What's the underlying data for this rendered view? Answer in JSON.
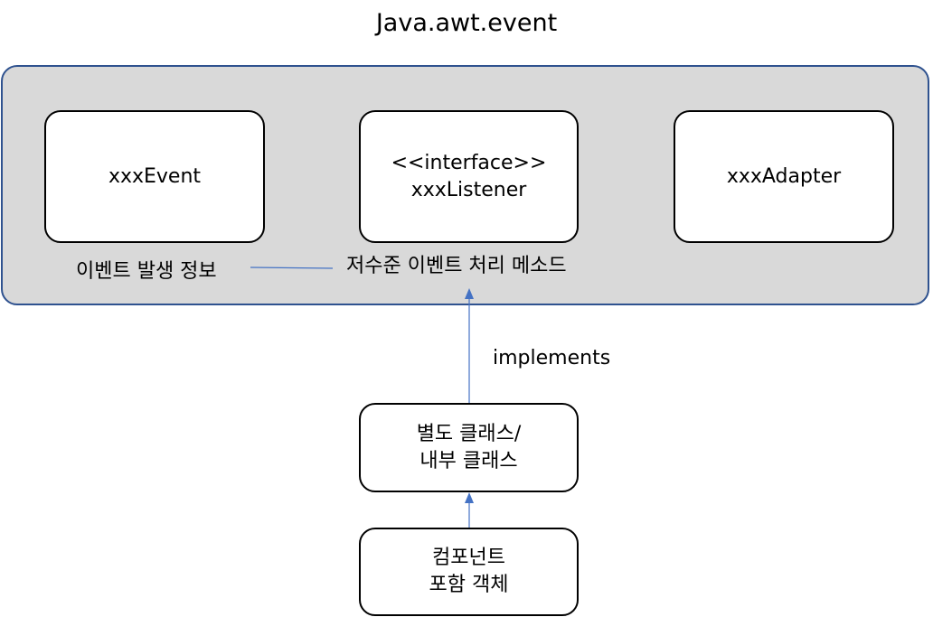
{
  "title": "Java.awt.event",
  "colors": {
    "package_fill": "#d9d9d9",
    "package_border": "#2f528f",
    "connector": "#4472c4"
  },
  "package": {
    "event_box": {
      "label": "xxxEvent"
    },
    "listener_box": {
      "stereotype": "<<interface>>",
      "label": "xxxListener"
    },
    "adapter_box": {
      "label": "xxxAdapter"
    },
    "event_caption": "이벤트 발생 정보",
    "listener_caption": "저수준 이벤트 처리 메소드"
  },
  "implements_label": "implements",
  "class_box": {
    "line1": "별도 클래스/",
    "line2": "내부 클래스"
  },
  "component_box": {
    "line1": "컴포넌트",
    "line2": "포함 객체"
  }
}
